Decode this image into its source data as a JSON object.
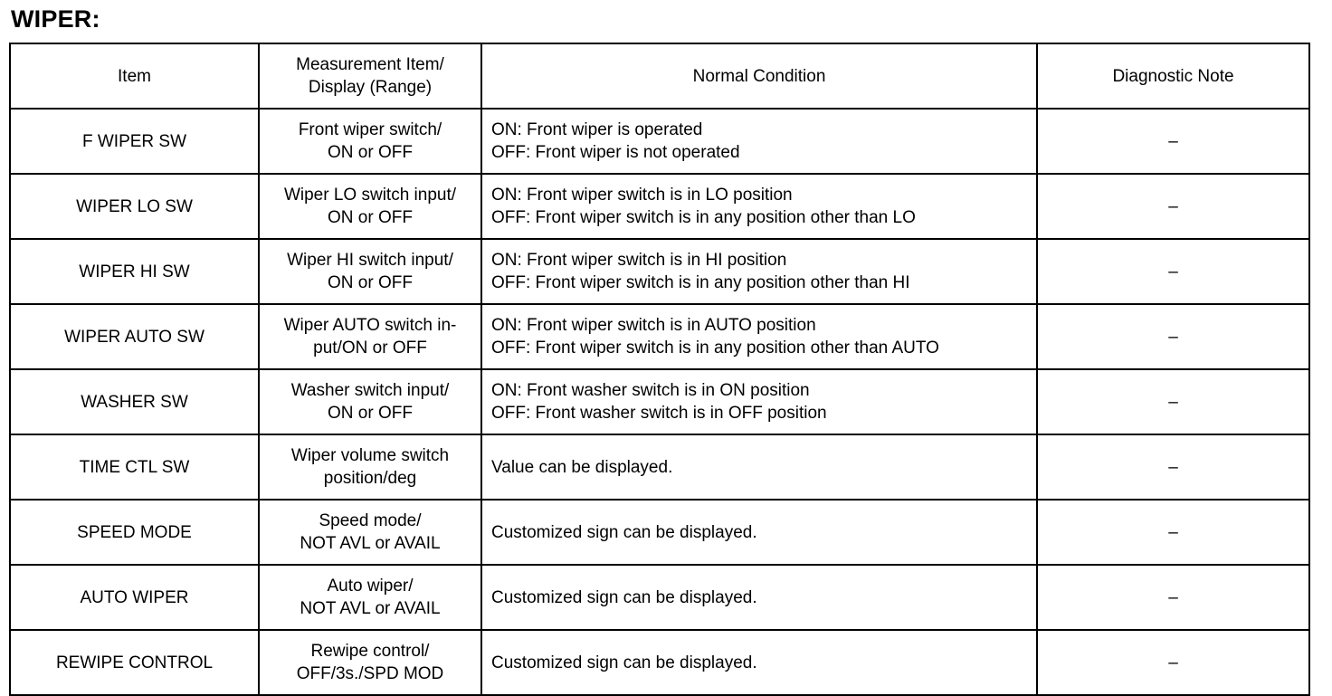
{
  "section": {
    "title": "WIPER:"
  },
  "table": {
    "columns": [
      {
        "key": "item",
        "header_lines": [
          "Item"
        ]
      },
      {
        "key": "measurement",
        "header_lines": [
          "Measurement Item/",
          "Display (Range)"
        ]
      },
      {
        "key": "condition",
        "header_lines": [
          "Normal Condition"
        ]
      },
      {
        "key": "note",
        "header_lines": [
          "Diagnostic Note"
        ]
      }
    ],
    "rows": [
      {
        "item": "F WIPER SW",
        "measurement_lines": [
          "Front wiper switch/",
          "ON or OFF"
        ],
        "condition_lines": [
          "ON: Front wiper is operated",
          "OFF: Front wiper is not operated"
        ],
        "note": "–"
      },
      {
        "item": "WIPER LO SW",
        "measurement_lines": [
          "Wiper LO switch input/",
          "ON or OFF"
        ],
        "condition_lines": [
          "ON: Front wiper switch is in LO position",
          "OFF: Front wiper switch is in any position other than LO"
        ],
        "note": "–"
      },
      {
        "item": "WIPER HI SW",
        "measurement_lines": [
          "Wiper HI switch input/",
          "ON or OFF"
        ],
        "condition_lines": [
          "ON: Front wiper switch is in HI position",
          "OFF: Front wiper switch is in any position other than HI"
        ],
        "note": "–"
      },
      {
        "item": "WIPER AUTO SW",
        "measurement_lines": [
          "Wiper AUTO switch in-",
          "put/ON or OFF"
        ],
        "condition_lines": [
          "ON: Front wiper switch is in AUTO position",
          "OFF: Front wiper switch is in any position other than AUTO"
        ],
        "note": "–"
      },
      {
        "item": "WASHER SW",
        "measurement_lines": [
          "Washer switch input/",
          "ON or OFF"
        ],
        "condition_lines": [
          "ON: Front washer switch is in ON position",
          "OFF: Front washer switch is in OFF position"
        ],
        "note": "–"
      },
      {
        "item": "TIME CTL SW",
        "measurement_lines": [
          "Wiper volume switch",
          "position/deg"
        ],
        "condition_lines": [
          "Value can be displayed."
        ],
        "note": "–"
      },
      {
        "item": "SPEED MODE",
        "measurement_lines": [
          "Speed mode/",
          "NOT AVL or AVAIL"
        ],
        "condition_lines": [
          "Customized sign can be displayed."
        ],
        "note": "–"
      },
      {
        "item": "AUTO WIPER",
        "measurement_lines": [
          "Auto wiper/",
          "NOT AVL or AVAIL"
        ],
        "condition_lines": [
          "Customized sign can be displayed."
        ],
        "note": "–"
      },
      {
        "item": "REWIPE CONTROL",
        "measurement_lines": [
          "Rewipe control/",
          "OFF/3s./SPD MOD"
        ],
        "condition_lines": [
          "Customized sign can be displayed."
        ],
        "note": "–"
      }
    ]
  },
  "colors": {
    "background": "#ffffff",
    "text": "#000000",
    "border": "#000000"
  }
}
